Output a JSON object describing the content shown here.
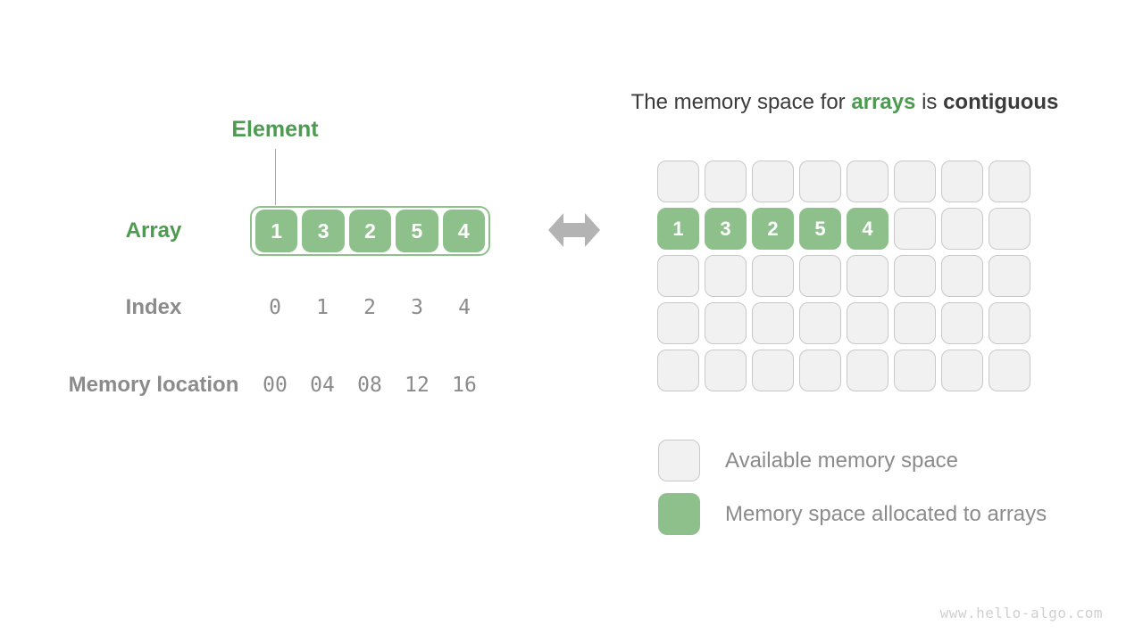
{
  "colors": {
    "green_text": "#4c9b50",
    "green_fill": "#8dc08a",
    "gray_label": "#8b8b8b",
    "dark_text": "#3b3b3b",
    "cell_empty_fill": "#f1f1f1",
    "cell_empty_border": "#c8c8c8",
    "arrow": "#b3b3b3"
  },
  "left": {
    "element_label": "Element",
    "array_label": "Array",
    "index_label": "Index",
    "memory_label": "Memory location",
    "array_values": [
      "1",
      "3",
      "2",
      "5",
      "4"
    ],
    "index_values": [
      "0",
      "1",
      "2",
      "3",
      "4"
    ],
    "memory_values": [
      "00",
      "04",
      "08",
      "12",
      "16"
    ]
  },
  "right": {
    "title": {
      "prefix": "The memory space for ",
      "highlight": "arrays",
      "middle": " is ",
      "emphasis": "contiguous"
    },
    "memory_grid": {
      "rows": 5,
      "cols": 8,
      "allocated_row_index": 1,
      "allocated_values": [
        "1",
        "3",
        "2",
        "5",
        "4"
      ]
    },
    "legend": [
      {
        "swatch": "available",
        "label": "Available memory space"
      },
      {
        "swatch": "allocated",
        "label": "Memory space allocated to arrays"
      }
    ]
  },
  "watermark": "www.hello-algo.com"
}
